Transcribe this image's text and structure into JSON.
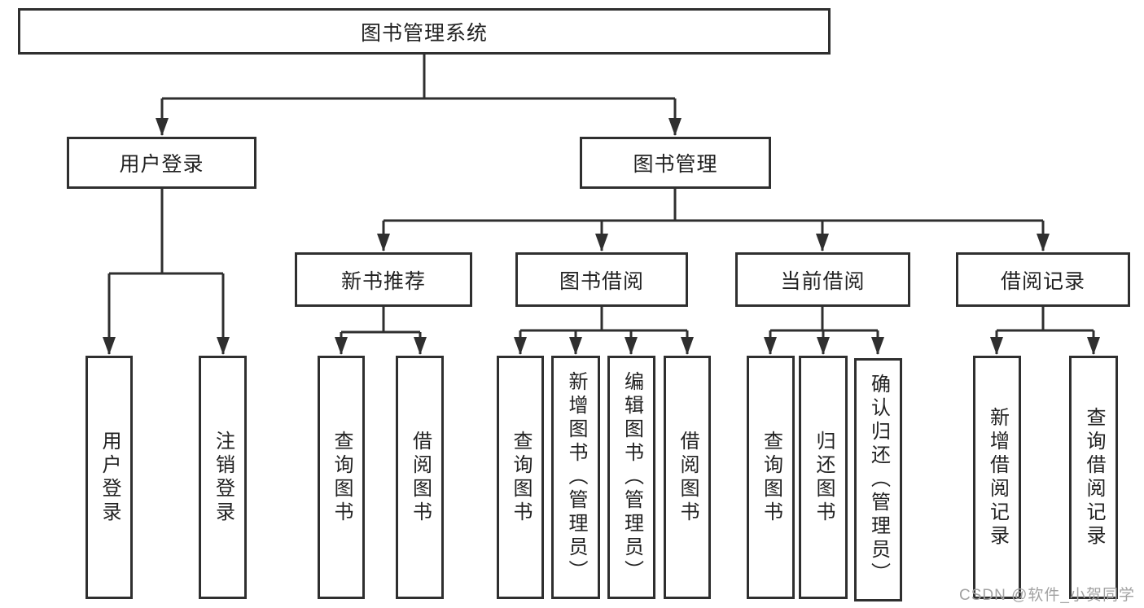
{
  "tree": {
    "root": "图书管理系统",
    "children": [
      {
        "label": "用户登录",
        "children": [
          {
            "label": "用户登录"
          },
          {
            "label": "注销登录"
          }
        ]
      },
      {
        "label": "图书管理",
        "children": [
          {
            "label": "新书推荐",
            "children": [
              {
                "label": "查询图书"
              },
              {
                "label": "借阅图书"
              }
            ]
          },
          {
            "label": "图书借阅",
            "children": [
              {
                "label": "查询图书"
              },
              {
                "label": "新增图书（管理员）"
              },
              {
                "label": "编辑图书（管理员）"
              },
              {
                "label": "借阅图书"
              }
            ]
          },
          {
            "label": "当前借阅",
            "children": [
              {
                "label": "查询图书"
              },
              {
                "label": "归还图书"
              },
              {
                "label": "确认归还（管理员）"
              }
            ]
          },
          {
            "label": "借阅记录",
            "children": [
              {
                "label": "新增借阅记录"
              },
              {
                "label": "查询借阅记录"
              }
            ]
          }
        ]
      }
    ]
  },
  "watermark": {
    "text": "CSDN @软件_小贺同学"
  },
  "colors": {
    "line": "#2f2f2f",
    "text": "#222222",
    "background": "#ffffff",
    "watermark": "#a2a2a2"
  }
}
